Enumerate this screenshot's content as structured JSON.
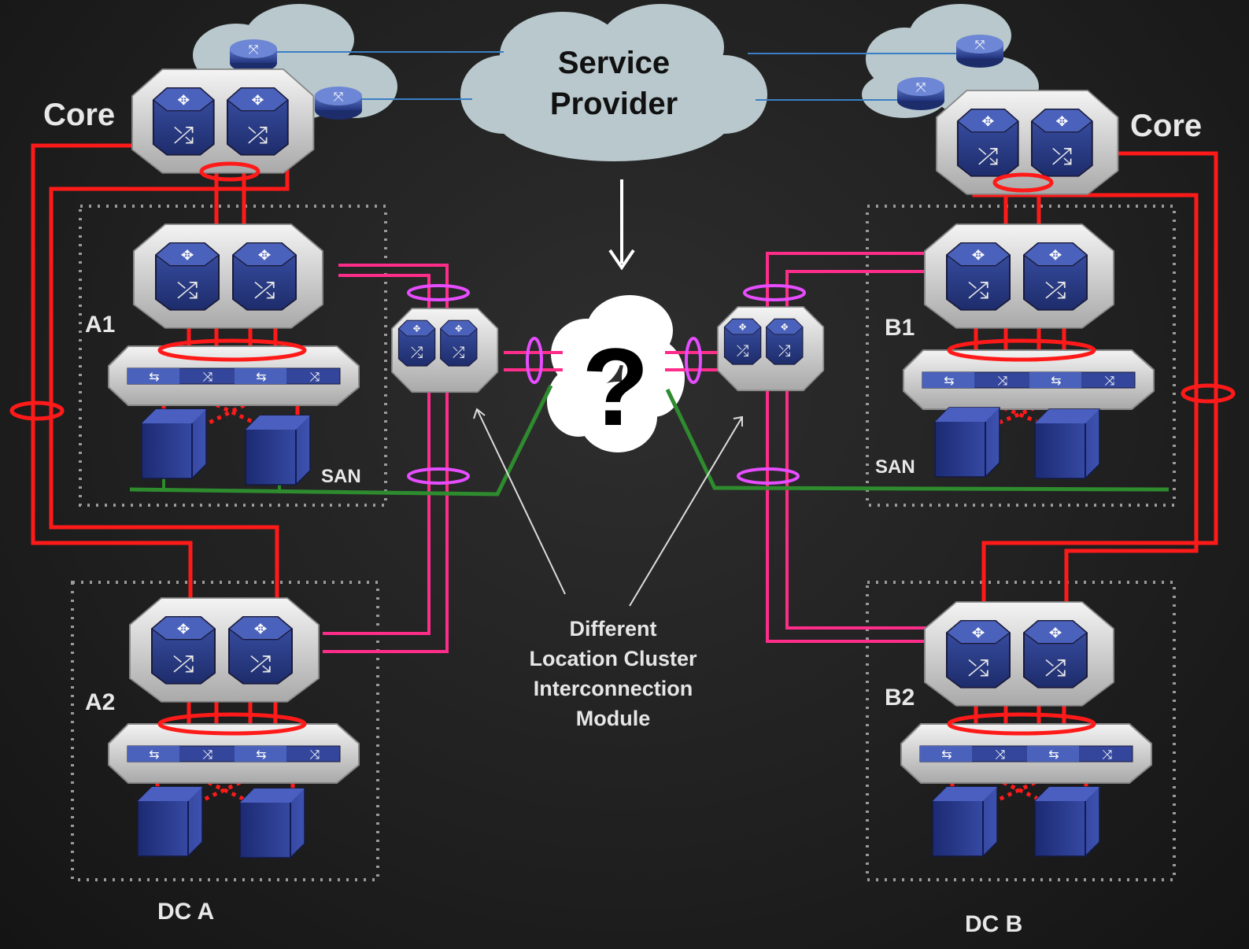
{
  "labels": {
    "core_left": "Core",
    "core_right": "Core",
    "service_provider_line1": "Service",
    "service_provider_line2": "Provider",
    "a1": "A1",
    "a2": "A2",
    "b1": "B1",
    "b2": "B2",
    "san_left": "SAN",
    "san_right": "SAN",
    "dc_a": "DC A",
    "dc_b": "DC B",
    "question": "?",
    "note_line1": "Different",
    "note_line2": "Location Cluster",
    "note_line3": "Interconnection",
    "note_line4": "Module"
  },
  "colors": {
    "background": "#1f1f1f",
    "link_red": "#ff1a1a",
    "link_pink": "#ff2d8a",
    "lag_magenta": "#e64dff",
    "san_green": "#2e8b2e",
    "cloud_fill": "#b8c8cc",
    "switch_blue": "#2b3f8c",
    "server_blue": "#2a3a8a"
  },
  "icons": [
    "router-icon",
    "core-switch-icon",
    "aggregation-switch-icon",
    "access-switch-icon",
    "server-icon",
    "cloud-icon",
    "arrow-down-icon"
  ]
}
